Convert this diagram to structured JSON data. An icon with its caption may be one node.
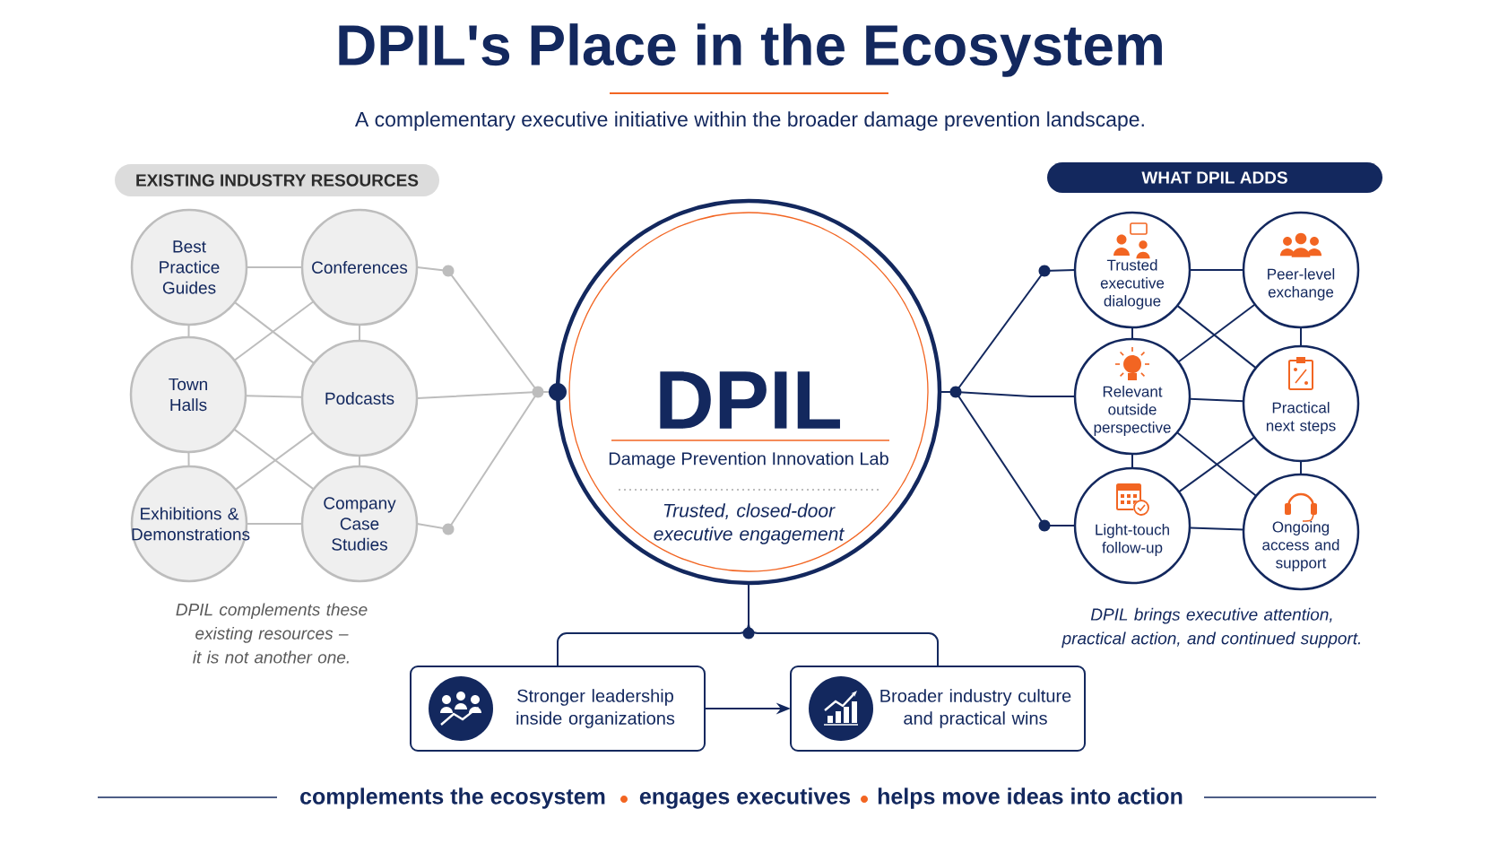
{
  "diagram": {
    "title": "DPIL's Place in the Ecosystem",
    "nodes": [
      {
        "text": [
          "EXISTING INDUSTRY RESOURCES"
        ]
      },
      {
        "text": [
          "Best Practice Guides"
        ]
      },
      {
        "text": [
          "Conferences"
        ]
      },
      {
        "text": [
          "Town Halls"
        ]
      },
      {
        "text": [
          "Podcasts"
        ]
      },
      {
        "text": [
          "Exhibitions & Demonstrations"
        ]
      },
      {
        "text": [
          "Company Case Studies"
        ]
      },
      {
        "text": [
          "DPIL",
          "Damage Prevention Innovation Lab",
          "Trusted, closed-door executive engagement"
        ]
      },
      {
        "text": [
          "WHAT DPIL ADDS"
        ]
      },
      {
        "text": [
          "Trusted executive dialogue"
        ]
      },
      {
        "text": [
          "Peer-level exchange"
        ]
      },
      {
        "text": [
          "Relevant outside perspective"
        ]
      },
      {
        "text": [
          "Practical next steps"
        ]
      },
      {
        "text": [
          "Light-touch follow-up"
        ]
      },
      {
        "text": [
          "Ongoing access and support"
        ]
      },
      {
        "text": [
          "Stronger leadership inside organizations"
        ]
      },
      {
        "text": [
          "Broader industry culture and practical wins"
        ]
      }
    ],
    "edges": [
      {
        "from": 1,
        "to": 2,
        "arrow": "none",
        "color": "#bdbdbd"
      },
      {
        "from": 1,
        "to": 3,
        "arrow": "none",
        "color": "#bdbdbd"
      },
      {
        "from": 1,
        "to": 4,
        "arrow": "none",
        "color": "#bdbdbd"
      },
      {
        "from": 2,
        "to": 3,
        "arrow": "none",
        "color": "#bdbdbd"
      },
      {
        "from": 2,
        "to": 4,
        "arrow": "none",
        "color": "#bdbdbd"
      },
      {
        "from": 3,
        "to": 4,
        "arrow": "none",
        "color": "#bdbdbd"
      },
      {
        "from": 3,
        "to": 5,
        "arrow": "none",
        "color": "#bdbdbd"
      },
      {
        "from": 3,
        "to": 6,
        "arrow": "none",
        "color": "#bdbdbd"
      },
      {
        "from": 4,
        "to": 5,
        "arrow": "none",
        "color": "#bdbdbd"
      },
      {
        "from": 4,
        "to": 6,
        "arrow": "none",
        "color": "#bdbdbd"
      },
      {
        "from": 5,
        "to": 6,
        "arrow": "none",
        "color": "#bdbdbd"
      },
      {
        "from": 2,
        "to": 7,
        "arrow": "none",
        "color": "#bdbdbd"
      },
      {
        "from": 4,
        "to": 7,
        "arrow": "none",
        "color": "#bdbdbd"
      },
      {
        "from": 6,
        "to": 7,
        "arrow": "none",
        "color": "#bdbdbd"
      },
      {
        "from": 7,
        "to": 9,
        "arrow": "none"
      },
      {
        "from": 7,
        "to": 11,
        "arrow": "none"
      },
      {
        "from": 7,
        "to": 13,
        "arrow": "none"
      },
      {
        "from": 9,
        "to": 10,
        "arrow": "none"
      },
      {
        "from": 9,
        "to": 11,
        "arrow": "none"
      },
      {
        "from": 9,
        "to": 12,
        "arrow": "none"
      },
      {
        "from": 10,
        "to": 11,
        "arrow": "none"
      },
      {
        "from": 10,
        "to": 12,
        "arrow": "none"
      },
      {
        "from": 11,
        "to": 12,
        "arrow": "none"
      },
      {
        "from": 11,
        "to": 13,
        "arrow": "none"
      },
      {
        "from": 11,
        "to": 14,
        "arrow": "none"
      },
      {
        "from": 12,
        "to": 13,
        "arrow": "none"
      },
      {
        "from": 12,
        "to": 14,
        "arrow": "none"
      },
      {
        "from": 13,
        "to": 14,
        "arrow": "none"
      },
      {
        "from": 7,
        "to": 15,
        "arrow": "none"
      },
      {
        "from": 7,
        "to": 16,
        "arrow": "none"
      },
      {
        "from": 15,
        "to": 16,
        "arrow": "to"
      }
    ],
    "labels": [
      "A complementary executive initiative within the broader damage prevention landscape.",
      "DPIL complements these existing resources – it is not another one.",
      "DPIL brings executive attention, practical action, and continued support.",
      "complements the ecosystem",
      "engages executives",
      "helps move ideas into action"
    ]
  }
}
